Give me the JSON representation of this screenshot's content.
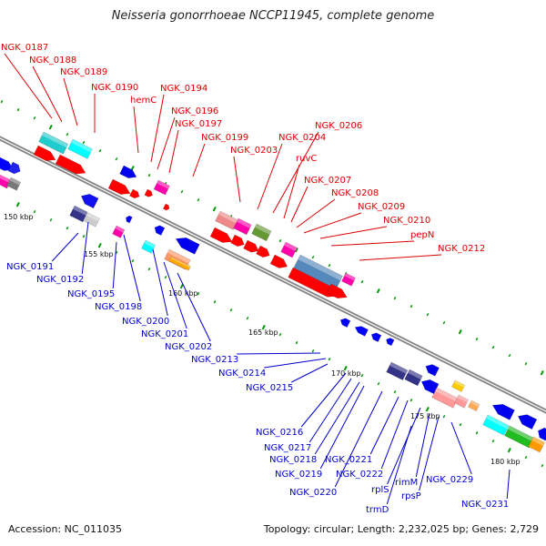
{
  "title": "Neisseria gonorrhoeae NCCP11945, complete genome",
  "footer": {
    "accession": "Accession: NC_011035",
    "info": "Topology: circular; Length: 2,232,025 bp; Genes: 2,729"
  },
  "colors": {
    "forward_label": "#dd0000",
    "reverse_label": "#0000cc",
    "backbone": "#888888",
    "tick": "#009900"
  },
  "scale": [
    "150 kbp",
    "155 kbp",
    "160 kbp",
    "165 kbp",
    "170 kbp",
    "175 kbp",
    "180 kbp"
  ],
  "forward_genes": [
    "NGK_0187",
    "NGK_0188",
    "NGK_0189",
    "NGK_0190",
    "hemC",
    "NGK_0194",
    "NGK_0196",
    "NGK_0197",
    "NGK_0199",
    "NGK_0203",
    "NGK_0204",
    "NGK_0206",
    "ruvC",
    "NGK_0207",
    "NGK_0208",
    "NGK_0209",
    "NGK_0210",
    "pepN",
    "NGK_0212"
  ],
  "reverse_genes": [
    "NGK_0191",
    "NGK_0192",
    "NGK_0195",
    "NGK_0198",
    "NGK_0200",
    "NGK_0201",
    "NGK_0202",
    "NGK_0213",
    "NGK_0214",
    "NGK_0215",
    "NGK_0216",
    "NGK_0217",
    "NGK_0218",
    "NGK_0219",
    "NGK_0220",
    "NGK_0221",
    "NGK_0222",
    "rplS",
    "rimM",
    "rpsP",
    "trmD",
    "NGK_0229",
    "NGK_0231"
  ]
}
